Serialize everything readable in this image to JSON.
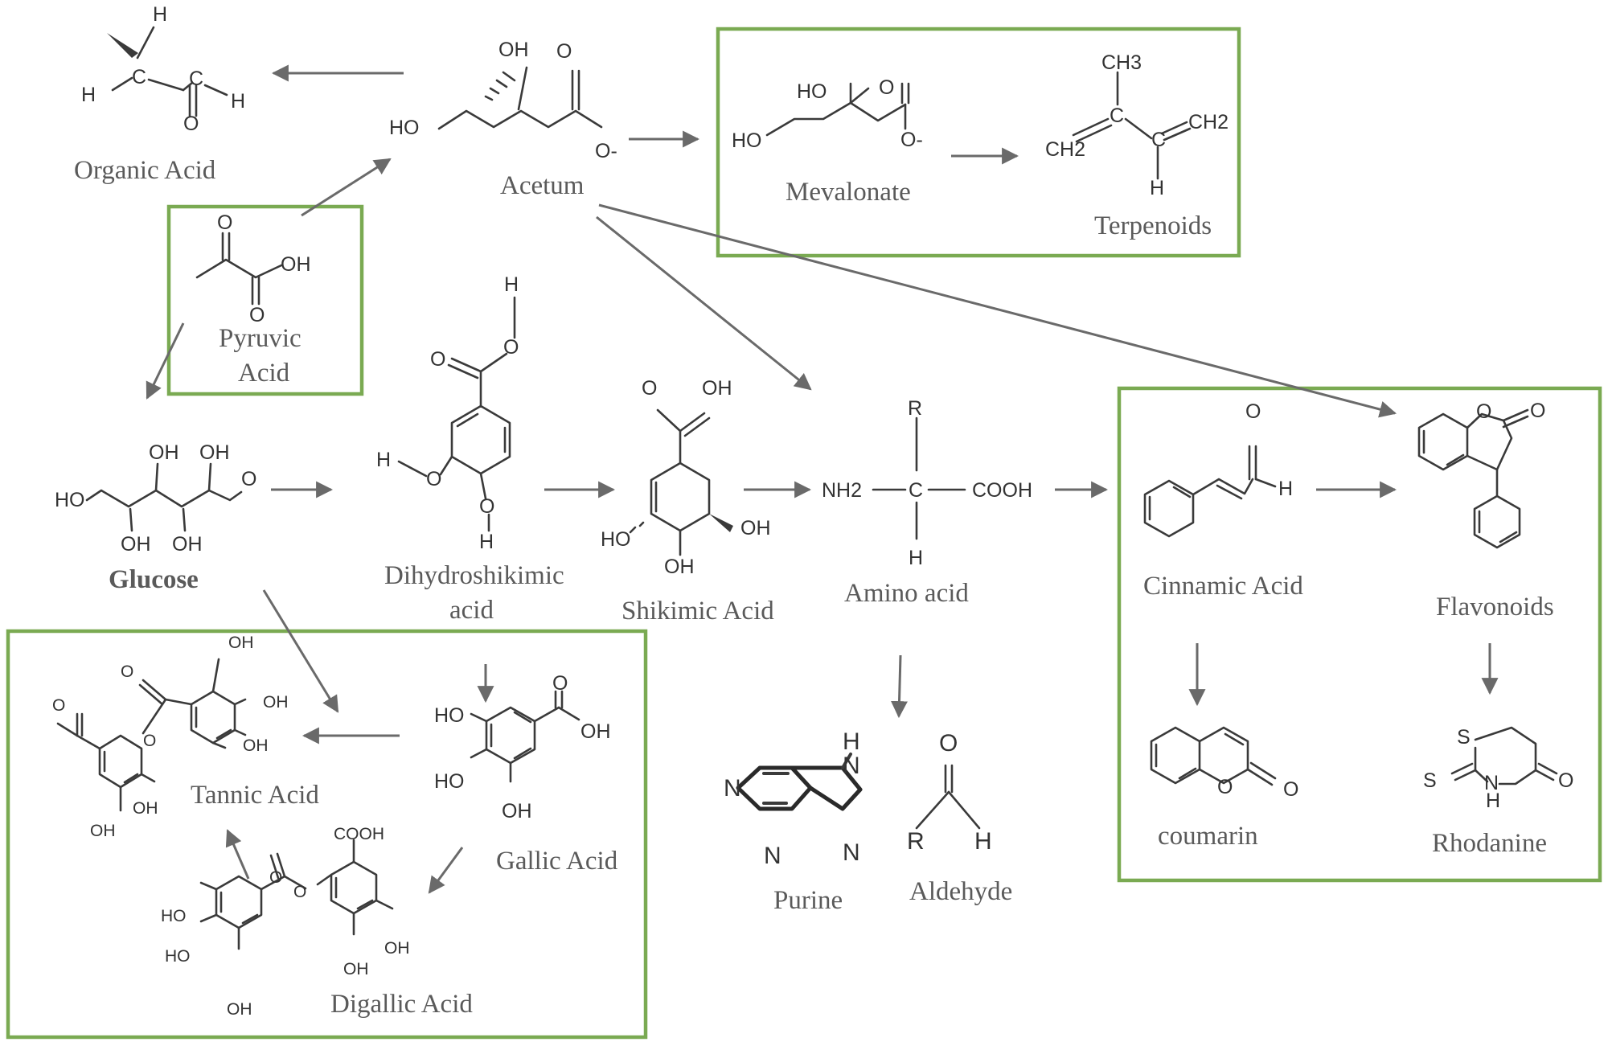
{
  "colors": {
    "box_border": "#7aaa52",
    "arrow": "#6a6a6a",
    "bond": "#3a3a3a",
    "label": "#5a5a5a",
    "background": "#ffffff"
  },
  "labels": {
    "organic_acid": "Organic Acid",
    "acetum": "Acetum",
    "mevalonate": "Mevalonate",
    "terpenoids": "Terpenoids",
    "pyruvic_1": "Pyruvic",
    "pyruvic_2": "Acid",
    "glucose": "Glucose",
    "dihydro_1": "Dihydroshikimic",
    "dihydro_2": "acid",
    "shikimic": "Shikimic Acid",
    "amino": "Amino acid",
    "cinnamic": "Cinnamic Acid",
    "flavonoids": "Flavonoids",
    "coumarin": "coumarin",
    "rhodanine": "Rhodanine",
    "purine": "Purine",
    "aldehyde": "Aldehyde",
    "gallic": "Gallic Acid",
    "tannic": "Tannic Acid",
    "digallic": "Digallic  Acid"
  },
  "atoms": {
    "h": "H",
    "o": "O",
    "oh": "OH",
    "ho": "HO",
    "o_minus": "O-",
    "c": "C",
    "ch2": "CH2",
    "ch3": "CH3",
    "nh2": "NH2",
    "cooh": "COOH",
    "r": "R",
    "n": "N",
    "s": "S"
  }
}
